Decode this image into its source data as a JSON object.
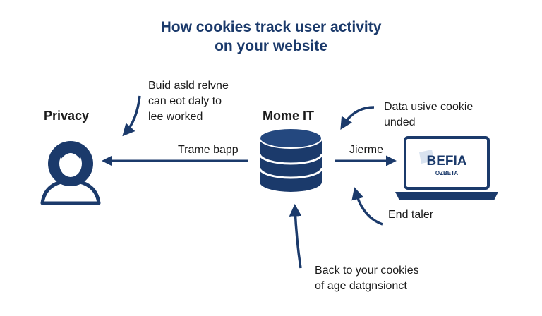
{
  "title": {
    "line1": "How cookies track user activity",
    "line2": "on your website"
  },
  "nodes": {
    "user": {
      "label": "Privacy",
      "icon": "user-avatar-icon"
    },
    "database": {
      "label": "Mome IT",
      "icon": "database-icon"
    },
    "laptop": {
      "label": "",
      "screen_text": "BEFIA",
      "screen_subtext": "OZBETA",
      "icon": "laptop-icon"
    }
  },
  "annotations": {
    "top_left": [
      "Buid asld relvne",
      "can eot daly to",
      "lee worked"
    ],
    "top_right": [
      "Data usive cookie",
      "unded"
    ],
    "arrow_left": "Trame bapp",
    "arrow_right": "Jierme",
    "right_bottom": "End taler",
    "bottom": [
      "Back to your cookies",
      "of age datgnsionct"
    ]
  },
  "colors": {
    "primary": "#1b3a6b",
    "text": "#1a1a1a",
    "background": "#ffffff"
  }
}
